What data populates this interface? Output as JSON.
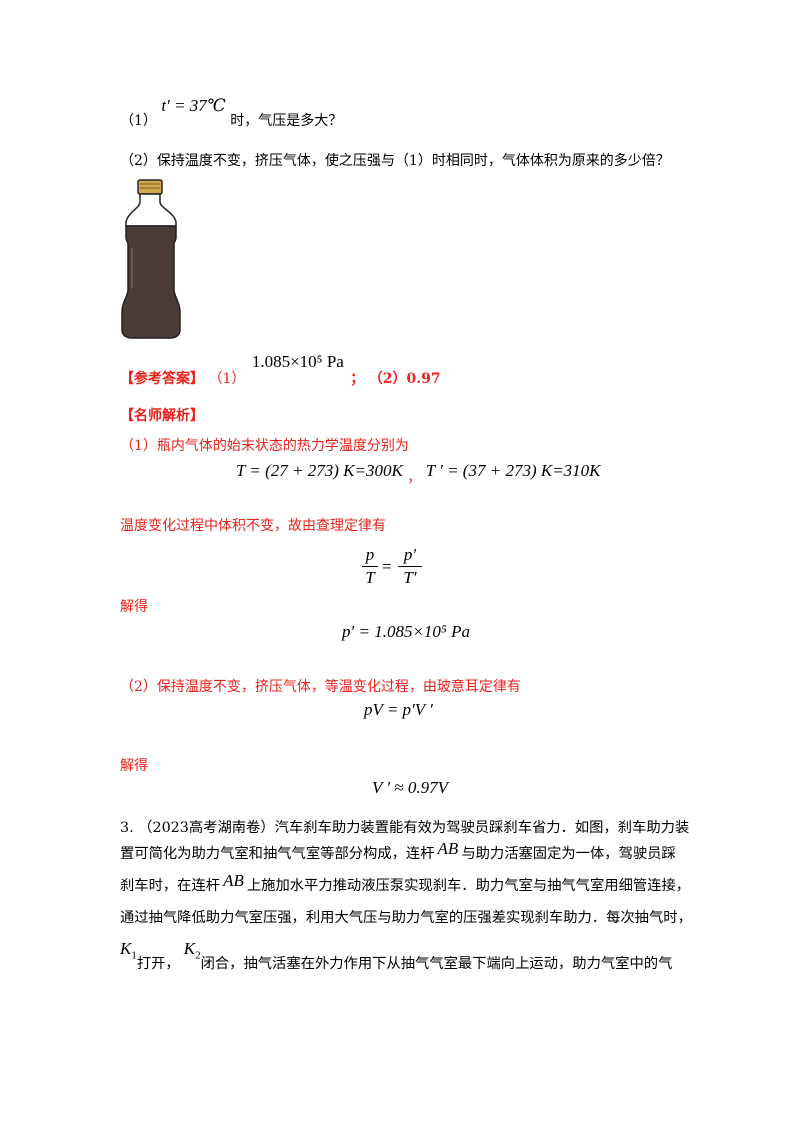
{
  "q1": {
    "label": "（1）",
    "formula": "t′ = 37℃",
    "text": "时，气压是多大？"
  },
  "q2": {
    "text": "（2）保持温度不变，挤压气体，使之压强与（1）时相同时，气体体积为原来的多少倍？"
  },
  "answer": {
    "tag": "【参考答案】",
    "part1_label": "（1）",
    "part1_value": "1.085×10⁵ Pa",
    "sep": "；",
    "part2": "（2）0.97"
  },
  "analysis": {
    "tag": "【名师解析】",
    "line1": "（1）瓶内气体的始末状态的热力学温度分别为",
    "eq1_left": "T = (27 + 273) K=300K",
    "eq1_sep": "，",
    "eq1_right": "T ′ = (37 + 273) K=310K",
    "line2": "温度变化过程中体积不变，故由查理定律有",
    "frac_left_num": "p",
    "frac_left_den": "T",
    "frac_right_num": "p′",
    "frac_right_den": "T′",
    "solve1": "解得",
    "eq_p": "p′ = 1.085×10⁵ Pa",
    "line3": "（2）保持温度不变，挤压气体，等温变化过程，由玻意耳定律有",
    "eq_pv": "pV = p′V ′",
    "solve2": "解得",
    "eq_v": "V ′ ≈ 0.97V"
  },
  "problem3": {
    "line1": "3. （2023高考湖南卷）汽车刹车助力装置能有效为驾驶员踩刹车省力．如图，刹车助力装",
    "line2a": "置可简化为助力气室和抽气气室等部分构成，连杆",
    "ab1": "AB",
    "line2b": "与助力活塞固定为一体，驾驶员踩",
    "line3a": "刹车时，在连杆",
    "ab2": "AB",
    "line3b": "上施加水平力推动液压泵实现刹车．助力气室与抽气气室用细管连接，",
    "line4": "通过抽气降低助力气室压强，利用大气压与助力气室的压强差实现刹车助力．每次抽气时，",
    "k1": "K",
    "k1_sub": "1",
    "line5a": "打开，",
    "k2": "K",
    "k2_sub": "2",
    "line5b": "闭合，抽气活塞在外力作用下从抽气气室最下端向上运动，助力气室中的气"
  },
  "colors": {
    "accent_red": "#e8231b",
    "bottle_body": "#4a3c36",
    "bottle_cap": "#d2a84a"
  },
  "icons": {
    "bottle": "bottle-illustration"
  }
}
